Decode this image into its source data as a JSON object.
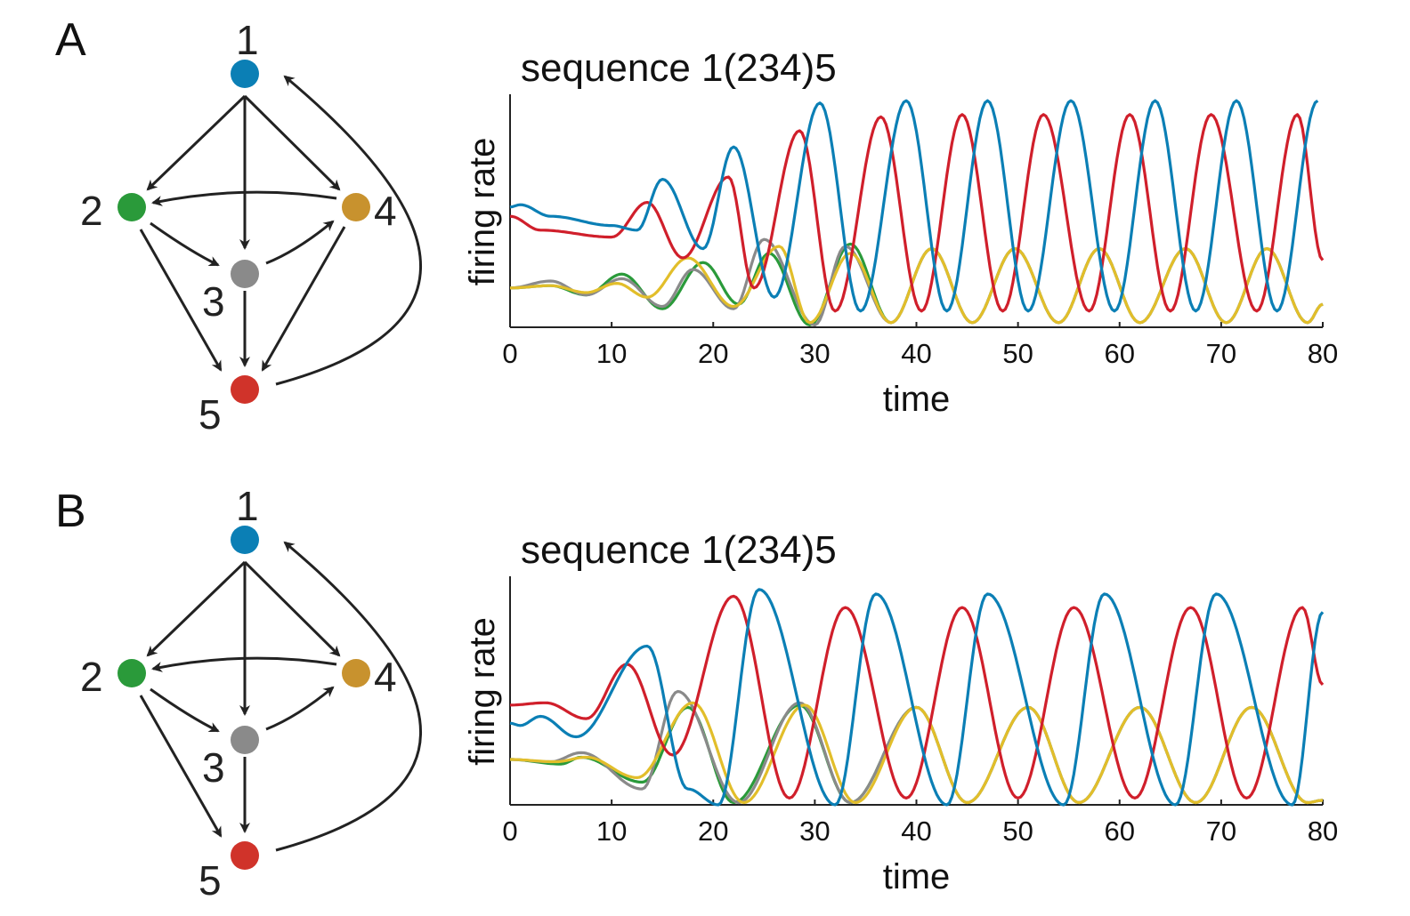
{
  "colors": {
    "blue": "#0b7fb5",
    "green": "#2a9a3a",
    "gray": "#8a8a8a",
    "gold": "#c8922e",
    "red": "#d0332a",
    "yellow": "#e2be2a",
    "crimson": "#d01f2b"
  },
  "panels": [
    {
      "letter": "A",
      "graph": {
        "nodes": [
          {
            "id": "1",
            "label": "1",
            "color": "#0b7fb5"
          },
          {
            "id": "2",
            "label": "2",
            "color": "#2a9a3a"
          },
          {
            "id": "3",
            "label": "3",
            "color": "#8a8a8a"
          },
          {
            "id": "4",
            "label": "4",
            "color": "#c8922e"
          },
          {
            "id": "5",
            "label": "5",
            "color": "#d0332a"
          }
        ],
        "edges": [
          [
            "1",
            "2"
          ],
          [
            "1",
            "3"
          ],
          [
            "1",
            "4"
          ],
          [
            "2",
            "3"
          ],
          [
            "2",
            "5"
          ],
          [
            "3",
            "4"
          ],
          [
            "3",
            "5"
          ],
          [
            "4",
            "2"
          ],
          [
            "4",
            "5"
          ],
          [
            "5",
            "1"
          ]
        ]
      }
    },
    {
      "letter": "B",
      "graph": {
        "nodes": [
          {
            "id": "1",
            "label": "1",
            "color": "#0b7fb5"
          },
          {
            "id": "2",
            "label": "2",
            "color": "#2a9a3a"
          },
          {
            "id": "3",
            "label": "3",
            "color": "#8a8a8a"
          },
          {
            "id": "4",
            "label": "4",
            "color": "#c8922e"
          },
          {
            "id": "5",
            "label": "5",
            "color": "#d0332a"
          }
        ],
        "edges": [
          [
            "1",
            "2"
          ],
          [
            "1",
            "3"
          ],
          [
            "1",
            "4"
          ],
          [
            "2",
            "3"
          ],
          [
            "2",
            "5"
          ],
          [
            "3",
            "4"
          ],
          [
            "3",
            "5"
          ],
          [
            "4",
            "2"
          ],
          [
            "5",
            "1"
          ]
        ]
      }
    }
  ],
  "chart_data": [
    {
      "type": "line",
      "title": "sequence 1(234)5",
      "xlabel": "time",
      "ylabel": "firing rate",
      "xlim": [
        0,
        80
      ],
      "ylim": [
        0,
        1
      ],
      "xticks": [
        0,
        10,
        20,
        30,
        40,
        50,
        60,
        70,
        80
      ],
      "y_tick_labels_shown": false,
      "grid": false,
      "series": [
        {
          "color": "#0b7fb5",
          "peaks": [
            [
              1,
              0.53
            ],
            [
              10,
              0.44
            ],
            [
              15,
              0.64
            ],
            [
              22,
              0.78
            ],
            [
              30.5,
              0.97
            ],
            [
              39,
              0.98
            ],
            [
              47,
              0.98
            ],
            [
              55.2,
              0.98
            ],
            [
              63.5,
              0.98
            ],
            [
              71.5,
              0.98
            ],
            [
              79.5,
              0.98
            ]
          ],
          "troughs": [
            [
              0,
              0.52
            ],
            [
              4,
              0.48
            ],
            [
              12.5,
              0.42
            ],
            [
              19,
              0.34
            ],
            [
              26,
              0.13
            ],
            [
              34.5,
              0.07
            ],
            [
              43,
              0.07
            ],
            [
              51,
              0.07
            ],
            [
              59.5,
              0.07
            ],
            [
              67.5,
              0.07
            ],
            [
              75.5,
              0.07
            ]
          ]
        },
        {
          "color": "#d01f2b",
          "peaks": [
            [
              0,
              0.48
            ],
            [
              13.5,
              0.54
            ],
            [
              21.5,
              0.65
            ],
            [
              28.5,
              0.85
            ],
            [
              36.5,
              0.91
            ],
            [
              44.5,
              0.92
            ],
            [
              52.5,
              0.92
            ],
            [
              61,
              0.92
            ],
            [
              69,
              0.92
            ],
            [
              77.5,
              0.92
            ]
          ],
          "troughs": [
            [
              3,
              0.42
            ],
            [
              10,
              0.39
            ],
            [
              17,
              0.3
            ],
            [
              24,
              0.17
            ],
            [
              32,
              0.07
            ],
            [
              40.5,
              0.07
            ],
            [
              48.5,
              0.07
            ],
            [
              57,
              0.07
            ],
            [
              65,
              0.07
            ],
            [
              73.5,
              0.07
            ],
            [
              80,
              0.29
            ]
          ]
        },
        {
          "color": "#2a9a3a",
          "peaks": [
            [
              0,
              0.17
            ],
            [
              4,
              0.18
            ],
            [
              11,
              0.23
            ],
            [
              19,
              0.28
            ],
            [
              25.5,
              0.32
            ],
            [
              33.5,
              0.36
            ],
            [
              41.5,
              0.34
            ],
            [
              49.7,
              0.34
            ],
            [
              58,
              0.34
            ],
            [
              66.5,
              0.34
            ],
            [
              74.5,
              0.34
            ]
          ],
          "troughs": [
            [
              7.5,
              0.14
            ],
            [
              15,
              0.08
            ],
            [
              22.5,
              0.1
            ],
            [
              29.5,
              0.01
            ],
            [
              37.5,
              0.02
            ],
            [
              45.5,
              0.02
            ],
            [
              54,
              0.02
            ],
            [
              62,
              0.02
            ],
            [
              70.5,
              0.02
            ],
            [
              78.5,
              0.02
            ],
            [
              80,
              0.1
            ]
          ]
        },
        {
          "color": "#8a8a8a",
          "peaks": [
            [
              0,
              0.17
            ],
            [
              4,
              0.2
            ],
            [
              11,
              0.21
            ],
            [
              18,
              0.25
            ],
            [
              25,
              0.38
            ],
            [
              33,
              0.35
            ],
            [
              41.5,
              0.34
            ],
            [
              49.7,
              0.34
            ],
            [
              58,
              0.34
            ],
            [
              66.5,
              0.34
            ],
            [
              74.5,
              0.34
            ]
          ],
          "troughs": [
            [
              7.5,
              0.14
            ],
            [
              15,
              0.09
            ],
            [
              22,
              0.08
            ],
            [
              30,
              0.01
            ],
            [
              37.5,
              0.02
            ],
            [
              45.5,
              0.02
            ],
            [
              54,
              0.02
            ],
            [
              62,
              0.02
            ],
            [
              70.5,
              0.02
            ],
            [
              78.5,
              0.02
            ],
            [
              80,
              0.1
            ]
          ]
        },
        {
          "color": "#e2be2a",
          "peaks": [
            [
              0,
              0.17
            ],
            [
              4,
              0.18
            ],
            [
              10.5,
              0.19
            ],
            [
              17.5,
              0.3
            ],
            [
              26.5,
              0.35
            ],
            [
              33.5,
              0.32
            ],
            [
              41.5,
              0.34
            ],
            [
              49.7,
              0.34
            ],
            [
              58,
              0.34
            ],
            [
              66.5,
              0.34
            ],
            [
              74.5,
              0.34
            ]
          ],
          "troughs": [
            [
              7.5,
              0.15
            ],
            [
              13.5,
              0.13
            ],
            [
              22,
              0.09
            ],
            [
              29.5,
              0.02
            ],
            [
              37.5,
              0.02
            ],
            [
              45.5,
              0.02
            ],
            [
              54,
              0.02
            ],
            [
              62,
              0.02
            ],
            [
              70.5,
              0.02
            ],
            [
              78.5,
              0.02
            ],
            [
              80,
              0.1
            ]
          ]
        }
      ]
    },
    {
      "type": "line",
      "title": "sequence 1(234)5",
      "xlabel": "time",
      "ylabel": "firing rate",
      "xlim": [
        0,
        80
      ],
      "ylim": [
        0,
        1
      ],
      "xticks": [
        0,
        10,
        20,
        30,
        40,
        50,
        60,
        70,
        80
      ],
      "y_tick_labels_shown": false,
      "grid": false,
      "series": [
        {
          "color": "#0b7fb5",
          "peaks": [
            [
              0,
              0.36
            ],
            [
              3,
              0.39
            ],
            [
              13.5,
              0.7
            ],
            [
              24.5,
              0.95
            ],
            [
              36,
              0.93
            ],
            [
              47,
              0.93
            ],
            [
              58.5,
              0.93
            ],
            [
              69.5,
              0.93
            ],
            [
              80,
              0.85
            ]
          ],
          "troughs": [
            [
              1,
              0.35
            ],
            [
              6.5,
              0.3
            ],
            [
              17.5,
              0.07
            ],
            [
              20.5,
              0.0
            ],
            [
              32,
              0.0
            ],
            [
              43,
              0.0
            ],
            [
              54.5,
              0.0
            ],
            [
              65.5,
              0.0
            ],
            [
              77,
              0.0
            ]
          ]
        },
        {
          "color": "#d01f2b",
          "peaks": [
            [
              0,
              0.44
            ],
            [
              3.5,
              0.45
            ],
            [
              11.5,
              0.62
            ],
            [
              22,
              0.92
            ],
            [
              33,
              0.87
            ],
            [
              44.5,
              0.87
            ],
            [
              55.5,
              0.87
            ],
            [
              67,
              0.87
            ],
            [
              78,
              0.87
            ]
          ],
          "troughs": [
            [
              7.5,
              0.38
            ],
            [
              16,
              0.22
            ],
            [
              27.5,
              0.03
            ],
            [
              39,
              0.03
            ],
            [
              50,
              0.03
            ],
            [
              61.5,
              0.03
            ],
            [
              72.5,
              0.03
            ],
            [
              80,
              0.53
            ]
          ]
        },
        {
          "color": "#2a9a3a",
          "peaks": [
            [
              0,
              0.2
            ],
            [
              7,
              0.21
            ],
            [
              17.5,
              0.43
            ],
            [
              28.5,
              0.44
            ],
            [
              40,
              0.43
            ],
            [
              51,
              0.43
            ],
            [
              62,
              0.43
            ],
            [
              73,
              0.43
            ]
          ],
          "troughs": [
            [
              5,
              0.18
            ],
            [
              13,
              0.1
            ],
            [
              22,
              0.01
            ],
            [
              33.5,
              0.01
            ],
            [
              45,
              0.01
            ],
            [
              56,
              0.01
            ],
            [
              67.5,
              0.01
            ],
            [
              78.5,
              0.01
            ],
            [
              80,
              0.02
            ]
          ]
        },
        {
          "color": "#8a8a8a",
          "peaks": [
            [
              0,
              0.2
            ],
            [
              7,
              0.23
            ],
            [
              16.5,
              0.5
            ],
            [
              28.5,
              0.45
            ],
            [
              40,
              0.43
            ],
            [
              51,
              0.43
            ],
            [
              62,
              0.43
            ],
            [
              73,
              0.43
            ]
          ],
          "troughs": [
            [
              4,
              0.19
            ],
            [
              13,
              0.07
            ],
            [
              22.5,
              0.01
            ],
            [
              33.5,
              0.01
            ],
            [
              45,
              0.01
            ],
            [
              56,
              0.01
            ],
            [
              67.5,
              0.01
            ],
            [
              78.5,
              0.01
            ],
            [
              80,
              0.02
            ]
          ]
        },
        {
          "color": "#e2be2a",
          "peaks": [
            [
              0,
              0.2
            ],
            [
              7.5,
              0.21
            ],
            [
              18,
              0.45
            ],
            [
              29,
              0.44
            ],
            [
              40,
              0.43
            ],
            [
              51,
              0.43
            ],
            [
              62,
              0.43
            ],
            [
              73,
              0.43
            ]
          ],
          "troughs": [
            [
              4.5,
              0.19
            ],
            [
              12.5,
              0.12
            ],
            [
              23,
              0.01
            ],
            [
              34,
              0.01
            ],
            [
              45,
              0.01
            ],
            [
              56,
              0.01
            ],
            [
              67.5,
              0.01
            ],
            [
              78.5,
              0.01
            ],
            [
              80,
              0.02
            ]
          ]
        }
      ]
    }
  ]
}
